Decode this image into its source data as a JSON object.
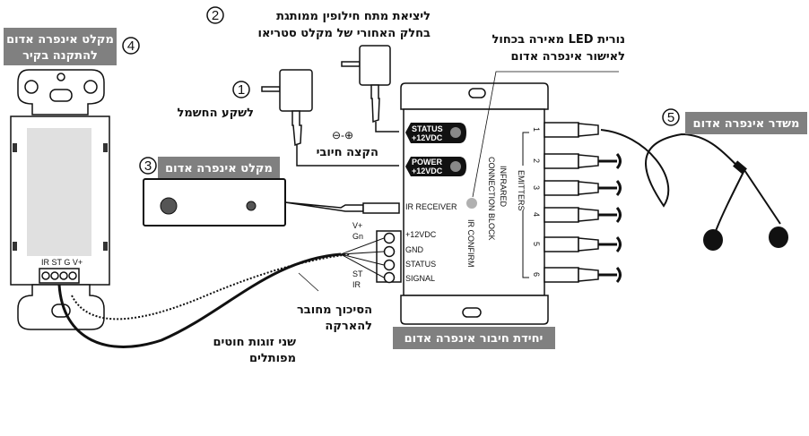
{
  "labels": {
    "wall_plate": [
      "מקלט אינפרה אדום",
      "להתקנה בקיר"
    ],
    "power_outlet": "לשקע החשמל",
    "alt_adapter": [
      "ליציאת מתח חילופין ממותגת",
      "בחלק האחורי של מקלט סטריאו"
    ],
    "polarity_symbol": "⊖-⊕",
    "positive_tip": "הקצה חיובי",
    "ir_receiver": "מקלט אינפרה אדום",
    "led_note": [
      "נורית LED מאירה בכחול",
      "לאישור אינפרה  אדום"
    ],
    "emitter": "משדר אינפרה אדום",
    "shield_note": [
      "הסיכוך מחובר",
      "להארקה"
    ],
    "twisted_pairs": [
      "שני זוגות חוטים",
      "מפותלים"
    ],
    "connection_block": "יחידת חיבור אינפרה אדום"
  },
  "numbers": [
    "1",
    "2",
    "3",
    "4",
    "5"
  ],
  "wall_plate_terminals": "IR ST G V+",
  "block": {
    "status_led": [
      "STATUS",
      "+12VDC"
    ],
    "power_led": [
      "POWER",
      "+12VDC"
    ],
    "ir_receiver_port": "IR RECEIVER",
    "title": [
      "INFRARED",
      "CONNECTION BLOCK"
    ],
    "ir_confirm": "IR  CONFIRM",
    "emitters": "EMITTERS",
    "emitter_ports": [
      "1",
      "2",
      "3",
      "4",
      "5",
      "6"
    ],
    "terminals": [
      "+12VDC",
      "GND",
      "STATUS",
      "SIGNAL"
    ],
    "wire_labels_top": [
      "V+",
      "Gn"
    ],
    "wire_labels_bottom": [
      "ST",
      "IR"
    ]
  },
  "colors": {
    "label_box": "#808080",
    "led": "#b0b0b0",
    "panel": "#e0e0e0"
  }
}
